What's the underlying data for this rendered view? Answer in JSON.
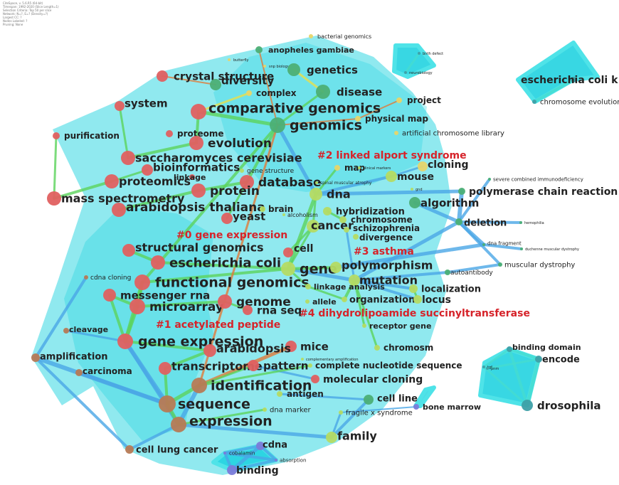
{
  "meta_lines": [
    "CiteSpace, v. 5.6.R5 (64-bit)",
    "Timespan: 1992-2020 (Slice Length=1)",
    "Selection Criteria: Top 50 per slice",
    "Network: N=?, E=? (Density=?)",
    "Largest CC: ?",
    "Nodes Labeled: ?",
    "Pruning: None"
  ],
  "colors": {
    "hull_cyan": "#22d3e0",
    "edge_green": "#5bd35b",
    "edge_blue": "#4aa6e6",
    "edge_yellow": "#e8e04a",
    "edge_orange": "#e07b39",
    "node_red": "#e06060",
    "node_green": "#4caf75",
    "node_yellow": "#e7d56a",
    "node_lime": "#b5db63",
    "node_brown": "#b77a55",
    "node_teal": "#3ea0a8",
    "node_purple": "#7b7bd9",
    "cluster_red": "#d6232a"
  },
  "cluster_labels": [
    {
      "text": "#0 gene expression"
    },
    {
      "text": "#1 acetylated peptide"
    },
    {
      "text": "#2 linked alport syndrome"
    },
    {
      "text": "#3 asthma"
    },
    {
      "text": "#4 dihydrolipoamide succinyltransferase"
    }
  ],
  "nodes": [
    {
      "id": "crystal-structure",
      "label": "crystal structure",
      "color": "red"
    },
    {
      "id": "anopheles-gambiae",
      "label": "anopheles gambiae",
      "color": "green"
    },
    {
      "id": "bacterial-genomics",
      "label": "bacterial genomics",
      "color": "yellow"
    },
    {
      "id": "butterfly",
      "label": "butterfly",
      "color": "yellow"
    },
    {
      "id": "snp-biology",
      "label": "snp biology",
      "color": "yellow"
    },
    {
      "id": "genetics",
      "label": "genetics",
      "color": "green"
    },
    {
      "id": "diversity",
      "label": "diversity",
      "color": "green"
    },
    {
      "id": "complex",
      "label": "complex",
      "color": "yellow"
    },
    {
      "id": "disease",
      "label": "disease",
      "color": "green"
    },
    {
      "id": "system",
      "label": "system",
      "color": "red"
    },
    {
      "id": "comparative-genomics",
      "label": "comparative genomics",
      "color": "red"
    },
    {
      "id": "project",
      "label": "project",
      "color": "yellow"
    },
    {
      "id": "genomics",
      "label": "genomics",
      "color": "green"
    },
    {
      "id": "physical-map",
      "label": "physical map",
      "color": "yellow"
    },
    {
      "id": "purification",
      "label": "purification",
      "color": "red"
    },
    {
      "id": "proteome",
      "label": "proteome",
      "color": "red"
    },
    {
      "id": "artificial-chromosome-library",
      "label": "artificial chromosome library",
      "color": "yellow"
    },
    {
      "id": "evolution",
      "label": "evolution",
      "color": "red"
    },
    {
      "id": "saccharomyces-cerevisiae",
      "label": "saccharomyces cerevisiae",
      "color": "red"
    },
    {
      "id": "bioinformatics",
      "label": "bioinformatics",
      "color": "red"
    },
    {
      "id": "gene-structure",
      "label": "gene structure",
      "color": "lime"
    },
    {
      "id": "map",
      "label": "map",
      "color": "yellow"
    },
    {
      "id": "clinical-markers",
      "label": "clinical markers",
      "color": "lime"
    },
    {
      "id": "mouse",
      "label": "mouse",
      "color": "lime"
    },
    {
      "id": "cloning",
      "label": "cloning",
      "color": "yellow"
    },
    {
      "id": "proteomics",
      "label": "proteomics",
      "color": "red"
    },
    {
      "id": "linkage",
      "label": "linkage",
      "color": "red"
    },
    {
      "id": "database",
      "label": "database",
      "color": "red"
    },
    {
      "id": "spinal-muscular-atrophy",
      "label": "spinal muscular atrophy",
      "color": "lime"
    },
    {
      "id": "dna",
      "label": "dna",
      "color": "lime"
    },
    {
      "id": "gnd",
      "label": "gnd",
      "color": "lime"
    },
    {
      "id": "mass-spectrometry",
      "label": "mass spectrometry",
      "color": "red"
    },
    {
      "id": "protein",
      "label": "protein",
      "color": "red"
    },
    {
      "id": "arabidopsis-thaliana",
      "label": "arabidopsis thaliana",
      "color": "red"
    },
    {
      "id": "brain",
      "label": "brain",
      "color": "lime"
    },
    {
      "id": "alcoholism",
      "label": "alcoholism",
      "color": "lime"
    },
    {
      "id": "hybridization",
      "label": "hybridization",
      "color": "lime"
    },
    {
      "id": "algorithm",
      "label": "algorithm",
      "color": "green"
    },
    {
      "id": "yeast",
      "label": "yeast",
      "color": "red"
    },
    {
      "id": "chromosome",
      "label": "chromosome",
      "color": "lime"
    },
    {
      "id": "cancer",
      "label": "cancer",
      "color": "lime"
    },
    {
      "id": "schizophrenia",
      "label": "schizophrenia",
      "color": "lime"
    },
    {
      "id": "divergence",
      "label": "divergence",
      "color": "lime"
    },
    {
      "id": "structural-genomics",
      "label": "structural genomics",
      "color": "red"
    },
    {
      "id": "cell",
      "label": "cell",
      "color": "red"
    },
    {
      "id": "escherichia-coli",
      "label": "escherichia coli",
      "color": "red"
    },
    {
      "id": "gene",
      "label": "gene",
      "color": "lime"
    },
    {
      "id": "polymorphism",
      "label": "polymorphism",
      "color": "lime"
    },
    {
      "id": "cdna-cloning",
      "label": "cdna cloning",
      "color": "brown"
    },
    {
      "id": "functional-genomics",
      "label": "functional genomics",
      "color": "red"
    },
    {
      "id": "mutation",
      "label": "mutation",
      "color": "lime"
    },
    {
      "id": "linkage-analysis",
      "label": "linkage analysis",
      "color": "lime"
    },
    {
      "id": "localization",
      "label": "localization",
      "color": "lime"
    },
    {
      "id": "messenger-rna",
      "label": "messenger rna",
      "color": "red"
    },
    {
      "id": "organization",
      "label": "organization",
      "color": "lime"
    },
    {
      "id": "locus",
      "label": "locus",
      "color": "lime"
    },
    {
      "id": "microarray",
      "label": "microarray",
      "color": "red"
    },
    {
      "id": "genome",
      "label": "genome",
      "color": "red"
    },
    {
      "id": "allele",
      "label": "allele",
      "color": "lime"
    },
    {
      "id": "rna-seq",
      "label": "rna seq",
      "color": "red"
    },
    {
      "id": "cleavage",
      "label": "cleavage",
      "color": "brown"
    },
    {
      "id": "receptor-gene",
      "label": "receptor gene",
      "color": "lime"
    },
    {
      "id": "gene-expression",
      "label": "gene expression",
      "color": "red"
    },
    {
      "id": "mice",
      "label": "mice",
      "color": "red"
    },
    {
      "id": "chromosm",
      "label": "chromosm",
      "color": "lime"
    },
    {
      "id": "arabidopsis",
      "label": "arabidopsis",
      "color": "red"
    },
    {
      "id": "amplification",
      "label": "amplification",
      "color": "brown"
    },
    {
      "id": "carcinoma",
      "label": "carcinoma",
      "color": "brown"
    },
    {
      "id": "transcriptome",
      "label": "transcriptome",
      "color": "red"
    },
    {
      "id": "pattern",
      "label": "pattern",
      "color": "red"
    },
    {
      "id": "complementary-amplification",
      "label": "complementary amplification",
      "color": "lime"
    },
    {
      "id": "complete-nucleotide-sequence",
      "label": "complete nucleotide sequence",
      "color": "lime"
    },
    {
      "id": "identification",
      "label": "identification",
      "color": "brown"
    },
    {
      "id": "molecular-cloning",
      "label": "molecular cloning",
      "color": "red"
    },
    {
      "id": "antigen",
      "label": "antigen",
      "color": "lime"
    },
    {
      "id": "sequence",
      "label": "sequence",
      "color": "brown"
    },
    {
      "id": "cell-line",
      "label": "cell line",
      "color": "green"
    },
    {
      "id": "dna-marker",
      "label": "dna marker",
      "color": "lime"
    },
    {
      "id": "fragile-x-syndrome",
      "label": "fragile x syndrome",
      "color": "lime"
    },
    {
      "id": "expression",
      "label": "expression",
      "color": "brown"
    },
    {
      "id": "family",
      "label": "family",
      "color": "lime"
    },
    {
      "id": "cell-lung-cancer",
      "label": "cell lung cancer",
      "color": "brown"
    },
    {
      "id": "cobalamin",
      "label": "cobalamin",
      "color": "purple"
    },
    {
      "id": "cdna",
      "label": "cdna",
      "color": "purple"
    },
    {
      "id": "absorption",
      "label": "absorption",
      "color": "purple"
    },
    {
      "id": "binding",
      "label": "binding",
      "color": "purple"
    },
    {
      "id": "severe-combined-immunodeficiency",
      "label": "severe combined immunodeficiency",
      "color": "green"
    },
    {
      "id": "polymerase-chain-reaction",
      "label": "polymerase chain reaction",
      "color": "green"
    },
    {
      "id": "deletion",
      "label": "deletion",
      "color": "green"
    },
    {
      "id": "hemophilia",
      "label": "hemophilia",
      "color": "green"
    },
    {
      "id": "dna-fragment",
      "label": "dna fragment",
      "color": "green"
    },
    {
      "id": "duchenne-muscular-dystrophy",
      "label": "duchenne muscular dystrophy",
      "color": "green"
    },
    {
      "id": "autoantibody",
      "label": "autoantibody",
      "color": "green"
    },
    {
      "id": "muscular-dystrophy",
      "label": "muscular dystrophy",
      "color": "green"
    },
    {
      "id": "birth-defect",
      "label": "birth defect",
      "color": "teal"
    },
    {
      "id": "neurobiology",
      "label": "neurobiology",
      "color": "teal"
    },
    {
      "id": "escherichia-coli-k12",
      "label": "escherichia coli k 12",
      "color": "teal"
    },
    {
      "id": "chromosome-evolution",
      "label": "chromosome evolution",
      "color": "teal"
    },
    {
      "id": "binding-domain",
      "label": "binding domain",
      "color": "teal"
    },
    {
      "id": "encode",
      "label": "encode",
      "color": "teal"
    },
    {
      "id": "drosophila",
      "label": "drosophila",
      "color": "teal"
    },
    {
      "id": "bone-marrow",
      "label": "bone marrow",
      "color": "purple"
    },
    {
      "id": "tgf",
      "label": "tgf",
      "color": "teal"
    },
    {
      "id": "pnm",
      "label": "pnm",
      "color": "teal"
    }
  ]
}
